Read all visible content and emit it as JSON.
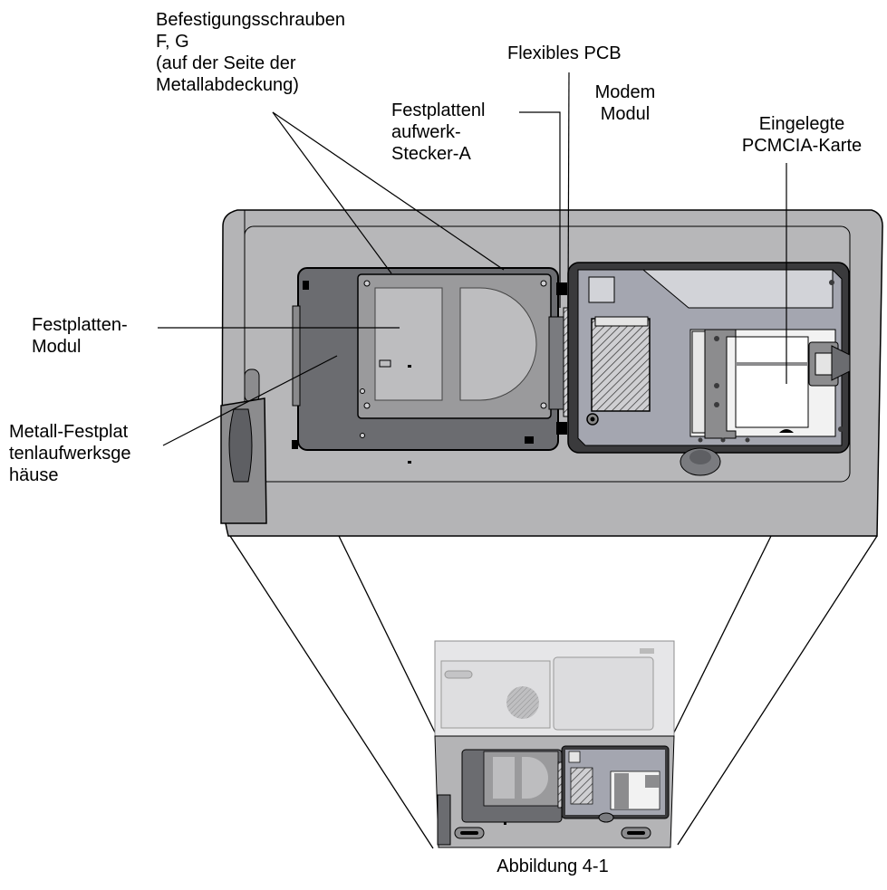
{
  "labels": {
    "mount_screws": [
      "Befestigungsschrauben",
      "F, G",
      "(auf der Seite der",
      "Metallabdeckung)"
    ],
    "flex_pcb": "Flexibles PCB",
    "hdd_connector": [
      "Festplattenl",
      "aufwerk-",
      "Stecker-A"
    ],
    "modem": [
      "Modem",
      "Modul"
    ],
    "pcmcia": [
      "Eingelegte",
      "PCMCIA-Karte"
    ],
    "hdd_module": [
      "Festplatten-",
      "Modul"
    ],
    "hdd_housing": [
      "Metall-Festplat",
      "tenlaufwerksge",
      "häuse"
    ]
  },
  "caption": "Abbildung 4-1",
  "colors": {
    "body": "#b4b4b6",
    "body_dark": "#8c8c8e",
    "hdd_case": "#6b6c70",
    "hdd_plate": "#9a9a9c",
    "bay": "#a4a6b0",
    "card": "#f2f2f2",
    "line": "#000000"
  }
}
